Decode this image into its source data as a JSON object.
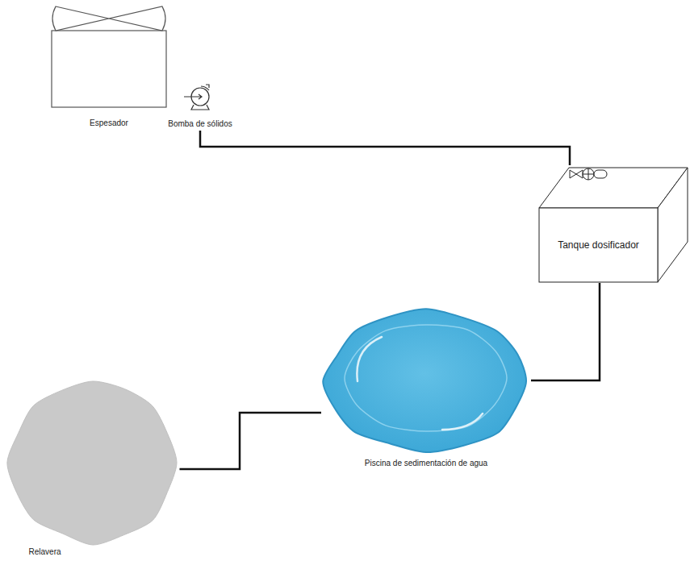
{
  "diagram": {
    "nodes": [
      {
        "text": [
          "Espesador"
        ]
      },
      {
        "text": [
          "Bomba de sólidos"
        ]
      },
      {
        "text": [
          "Tanque dosificador"
        ]
      },
      {
        "text": [
          "Piscina de sedimentación de agua"
        ]
      },
      {
        "text": [
          "Relavera"
        ]
      }
    ],
    "edges": [
      {
        "from": 1,
        "to": 2,
        "arrow": "none"
      },
      {
        "from": 2,
        "to": 3,
        "arrow": "none"
      },
      {
        "from": 3,
        "to": 4,
        "arrow": "none"
      }
    ]
  }
}
